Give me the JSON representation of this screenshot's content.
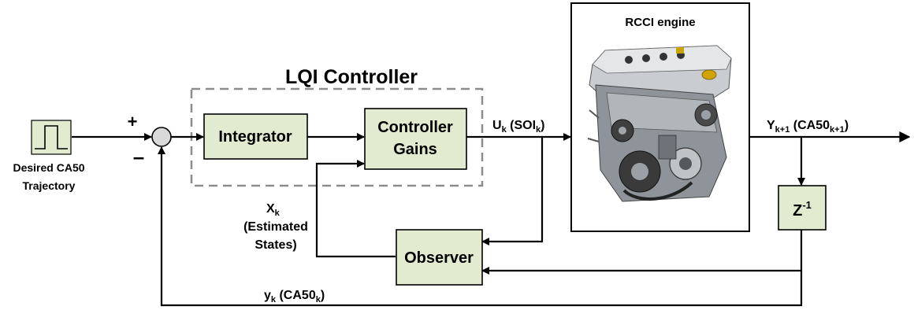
{
  "diagram": {
    "controller_group_title": "LQI Controller",
    "plant_title": "RCCI engine",
    "plant_image": "engine-photo",
    "blocks": {
      "integrator": "Integrator",
      "gains_line1": "Controller",
      "gains_line2": "Gains",
      "observer": "Observer",
      "delay_base": "Z",
      "delay_exp": "-1"
    },
    "input": {
      "line1": "Desired CA50",
      "line2": "Trajectory",
      "icon": "step-pulse-icon"
    },
    "summing_junction": {
      "plus": "+",
      "minus": "–"
    },
    "signals": {
      "u": {
        "base": "U",
        "sub": "k",
        "paren_base": " (SOI",
        "paren_sub": "k",
        "close": ")"
      },
      "y_next": {
        "base": "Y",
        "sub": "k+1",
        "paren_base": " (CA50",
        "paren_sub": "k+1",
        "close": ")"
      },
      "x": {
        "base": "X",
        "sub": "k",
        "line2": "(Estimated",
        "line3": "States)"
      },
      "y_fb": {
        "base": "y",
        "sub": "k",
        "paren_base": " (CA50",
        "paren_sub": "k",
        "close": ")"
      }
    },
    "colors": {
      "block_fill": "#e2ebcf",
      "dashed_border": "#8c8c8c",
      "junction_fill": "#d9d9d9"
    }
  }
}
